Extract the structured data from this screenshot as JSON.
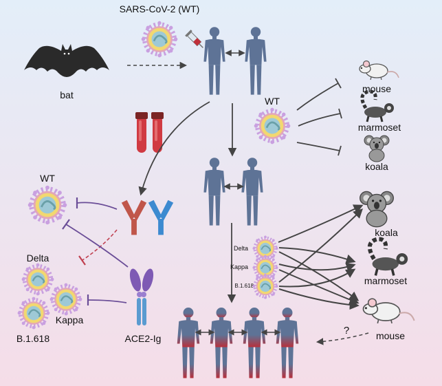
{
  "labels": {
    "source_virus": "SARS-CoV-2 (WT)",
    "bat": "bat",
    "wt_center": "WT",
    "wt_left": "WT",
    "mouse_top": "mouse",
    "marmoset_top": "marmoset",
    "koala_top": "koala",
    "koala_bottom": "koala",
    "marmoset_bottom": "marmoset",
    "mouse_bottom": "mouse",
    "variant_delta_small": "Delta",
    "variant_kappa_small": "Kappa",
    "variant_b1618_small": "B.1.618",
    "delta": "Delta",
    "kappa": "Kappa",
    "b1618": "B.1.618",
    "ace2": "ACE2-Ig",
    "question": "?"
  },
  "colors": {
    "bg_top": "#e3eef9",
    "bg_bottom": "#f5dde8",
    "human": "#5e7396",
    "human_red": "#b8303c",
    "arrow": "#444444",
    "inhibit_purple": "#6a4d97",
    "inhibit_red": "#c04050",
    "virus_ring": "#c9a0e0",
    "virus_core": "#f2d870",
    "antibody_red": "#c0564a",
    "antibody_blue": "#3c8ad0",
    "ace2_purple": "#7e5ab4",
    "ace2_blue": "#5a9bd0"
  }
}
